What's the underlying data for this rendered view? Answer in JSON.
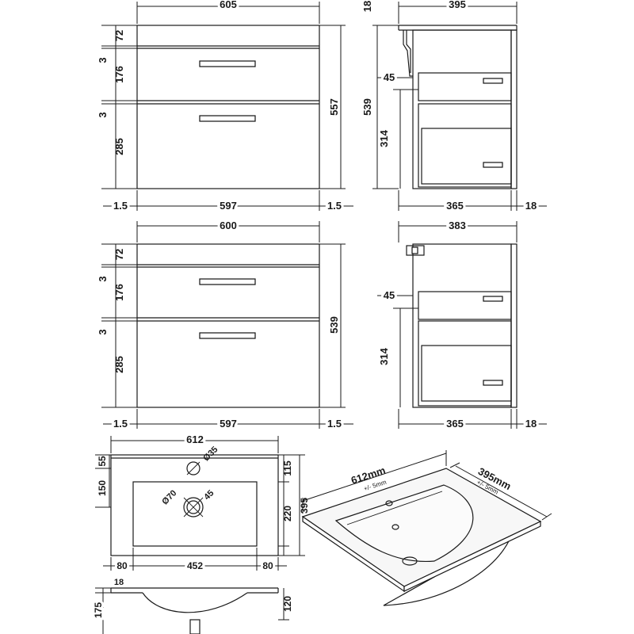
{
  "view1": {
    "front": {
      "width_top": "605",
      "h_top": "72",
      "gap1": "3",
      "h_drawer1": "176",
      "gap2": "3",
      "h_drawer2": "285",
      "height": "557",
      "side_left": "1.5",
      "width_bottom": "597",
      "side_right": "1.5"
    },
    "side": {
      "top_thickness": "18",
      "depth_top": "395",
      "height": "539",
      "drawer_offset": "45",
      "drawer_height": "314",
      "depth_bottom": "365",
      "back_thickness": "18"
    }
  },
  "view2": {
    "front": {
      "width_top": "600",
      "h_top": "72",
      "gap1": "3",
      "h_drawer1": "176",
      "gap2": "3",
      "h_drawer2": "285",
      "height": "539",
      "side_left": "1.5",
      "width_bottom": "597",
      "side_right": "1.5"
    },
    "side": {
      "depth_top": "383",
      "drawer_offset": "45",
      "drawer_height": "314",
      "depth_bottom": "365",
      "back_thickness": "18"
    }
  },
  "basin": {
    "plan": {
      "width": "612",
      "rear_rim": "55",
      "tap_hole": "Ø35",
      "rim_to_bowl": "115",
      "tap_to_bowl": "150",
      "waste": "Ø70",
      "waste_offset": "45",
      "bowl_depth": "220",
      "depth": "395",
      "side_left": "80",
      "bowl_width": "452",
      "side_right": "80"
    },
    "section": {
      "top": "18",
      "height": "175",
      "bowl": "120"
    },
    "iso": {
      "width": "612mm",
      "width_tol": "+/- 5mm",
      "depth": "395mm",
      "depth_tol": "+/- 5mm"
    }
  }
}
